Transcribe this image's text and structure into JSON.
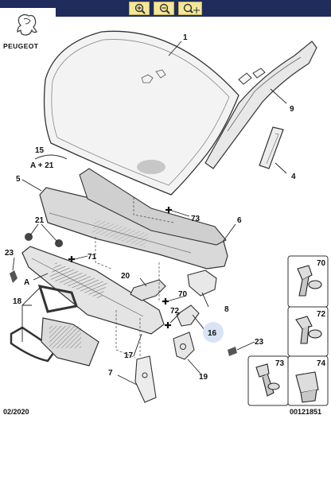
{
  "toolbar": {
    "buttons": [
      {
        "icon": "zoom-in-icon"
      },
      {
        "icon": "zoom-out-icon"
      },
      {
        "icon": "zoom-move-icon"
      }
    ]
  },
  "brand": {
    "logo_text": "PEUGEOT"
  },
  "callouts": {
    "c1": "1",
    "c4": "4",
    "c5": "5",
    "c6": "6",
    "c7": "7",
    "c8": "8",
    "c9": "9",
    "c15": "15",
    "c15_sub": "A + 21",
    "c16": "16",
    "c17": "17",
    "c18": "18",
    "c19": "19",
    "c20": "20",
    "c21": "21",
    "c23a": "23",
    "c23b": "23",
    "c70": "70",
    "c71": "71",
    "c72": "72",
    "c73": "73",
    "cA": "A"
  },
  "fastener_panels": [
    {
      "label": "70"
    },
    {
      "label": "72"
    },
    {
      "label": "73"
    },
    {
      "label": "74"
    }
  ],
  "footer": {
    "date": "02/2020",
    "reference": "00121851"
  }
}
